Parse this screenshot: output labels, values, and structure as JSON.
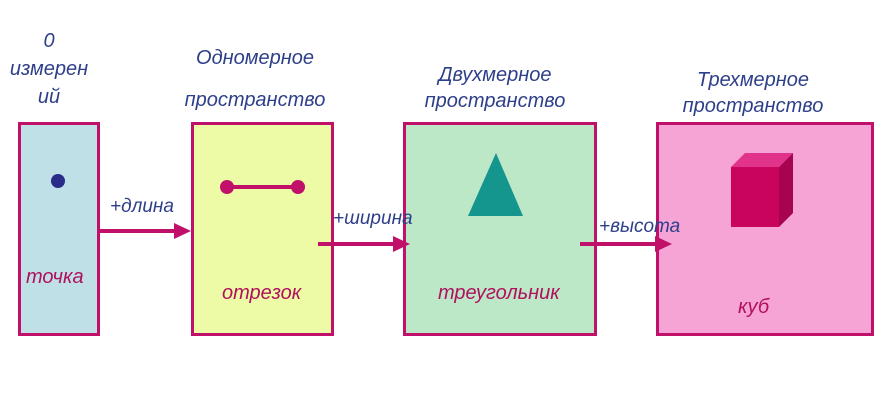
{
  "headings": {
    "zero_dim": [
      "0",
      "измерен",
      "ий"
    ],
    "one_dim": [
      "Одномерное",
      "пространство"
    ],
    "two_dim": [
      "Двухмерное",
      "пространство"
    ],
    "three_dim": [
      "Трехмерное",
      "пространство"
    ]
  },
  "panels": {
    "point": {
      "label": "точка",
      "fill": "#bfe0e6"
    },
    "segment": {
      "label": "отрезок",
      "fill": "#eefba6"
    },
    "triangle": {
      "label": "треугольник",
      "fill": "#bde8c7"
    },
    "cube": {
      "label": "куб",
      "fill": "#f6a3d6"
    }
  },
  "connectors": {
    "length": "+длина",
    "width": "+ширина",
    "height": "+высота"
  },
  "colors": {
    "heading_text": "#2e3f8a",
    "panel_border": "#c0106a",
    "panel_label": "#b0105e",
    "arrow": "#c0106a",
    "point_dot": "#2b2b8a",
    "segment": "#c0106a",
    "triangle": "#14958e",
    "cube": "#c8045e"
  }
}
